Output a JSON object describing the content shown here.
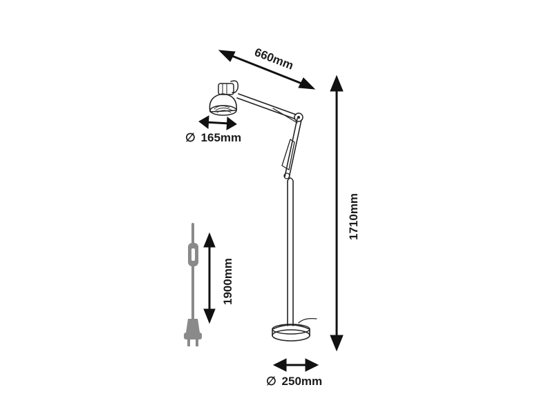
{
  "dimensions": {
    "arm_length": "660mm",
    "shade_diameter": "165mm",
    "height": "1710mm",
    "cable_length": "1900mm",
    "base_diameter": "250mm",
    "diameter_symbol": "∅"
  }
}
